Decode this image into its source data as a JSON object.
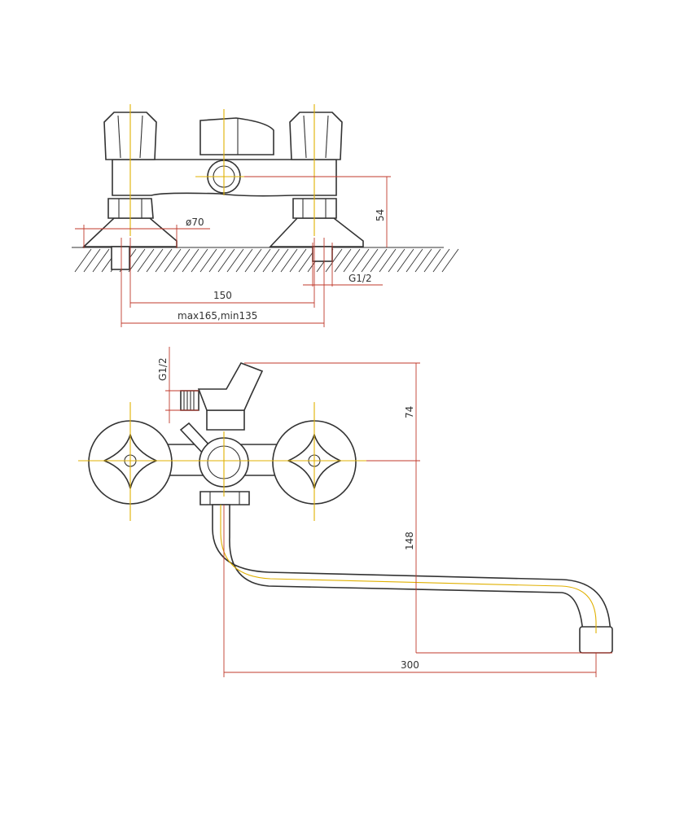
{
  "front_view": {
    "dims": {
      "diameter": "ø70",
      "height": "54",
      "thread": "G1/2",
      "spacing": "150",
      "range": "max165,min135"
    }
  },
  "top_view": {
    "dims": {
      "thread": "G1/2",
      "upper": "74",
      "lower": "148",
      "reach": "300"
    }
  },
  "colors": {
    "outline": "#333333",
    "dimension": "#c0392b",
    "axis": "#e0b000"
  }
}
